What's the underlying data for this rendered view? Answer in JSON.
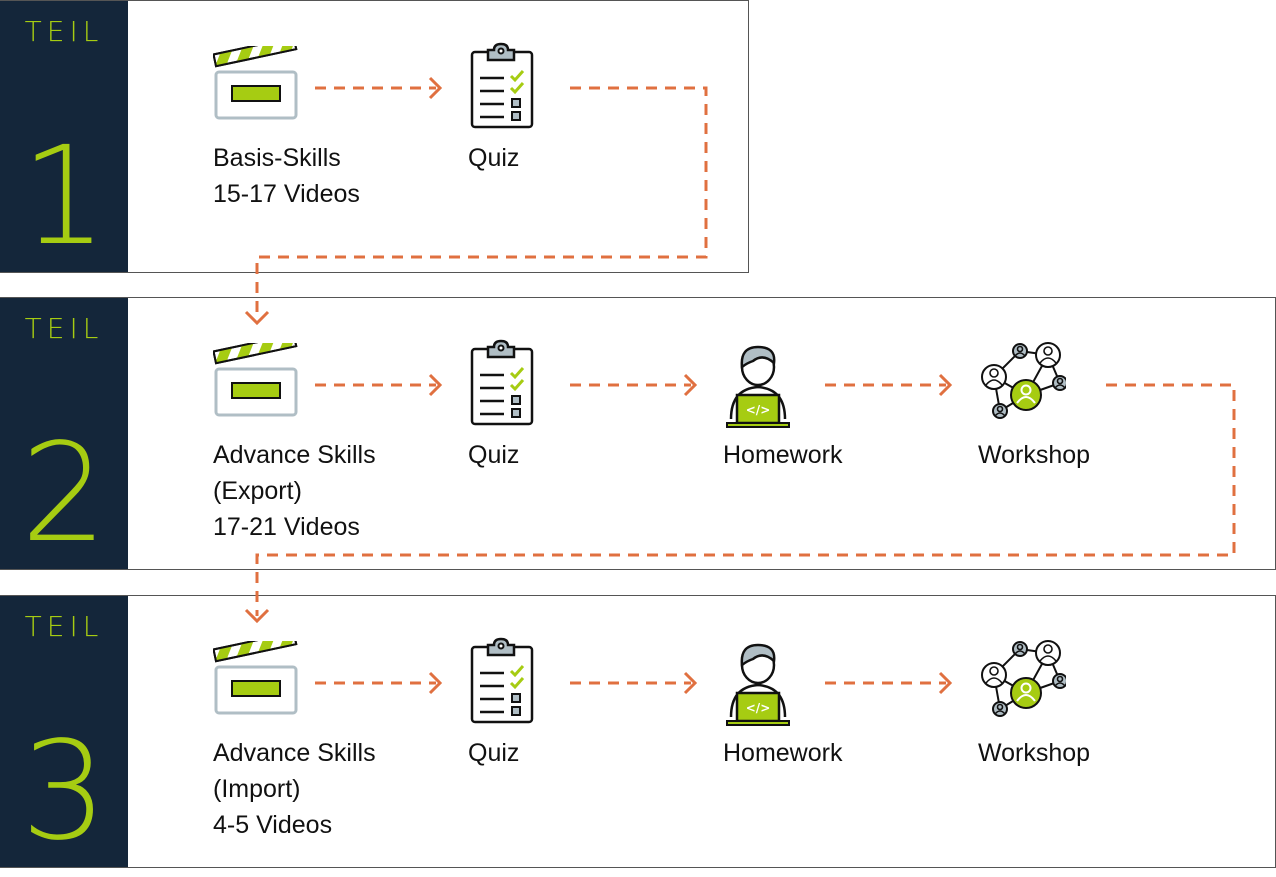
{
  "colors": {
    "sidebar": "#14263a",
    "accent_green": "#a6cc12",
    "arrow_orange": "#e07040",
    "icon_gray": "#b0bec5"
  },
  "parts": [
    {
      "teil_label": "TEIL",
      "number": "1",
      "steps": [
        {
          "icon": "clapperboard-icon",
          "lines": [
            "Basis-Skills",
            "15-17 Videos"
          ]
        },
        {
          "icon": "clipboard-checklist-icon",
          "lines": [
            "Quiz"
          ]
        }
      ]
    },
    {
      "teil_label": "TEIL",
      "number": "2",
      "steps": [
        {
          "icon": "clapperboard-icon",
          "lines": [
            "Advance Skills",
            "(Export)",
            "17-21 Videos"
          ]
        },
        {
          "icon": "clipboard-checklist-icon",
          "lines": [
            "Quiz"
          ]
        },
        {
          "icon": "person-laptop-code-icon",
          "lines": [
            "Homework"
          ]
        },
        {
          "icon": "people-network-icon",
          "lines": [
            "Workshop"
          ]
        }
      ]
    },
    {
      "teil_label": "TEIL",
      "number": "3",
      "steps": [
        {
          "icon": "clapperboard-icon",
          "lines": [
            "Advance Skills",
            "(Import)",
            "4-5 Videos"
          ]
        },
        {
          "icon": "clipboard-checklist-icon",
          "lines": [
            "Quiz"
          ]
        },
        {
          "icon": "person-laptop-code-icon",
          "lines": [
            "Homework"
          ]
        },
        {
          "icon": "people-network-icon",
          "lines": [
            "Workshop"
          ]
        }
      ]
    }
  ]
}
